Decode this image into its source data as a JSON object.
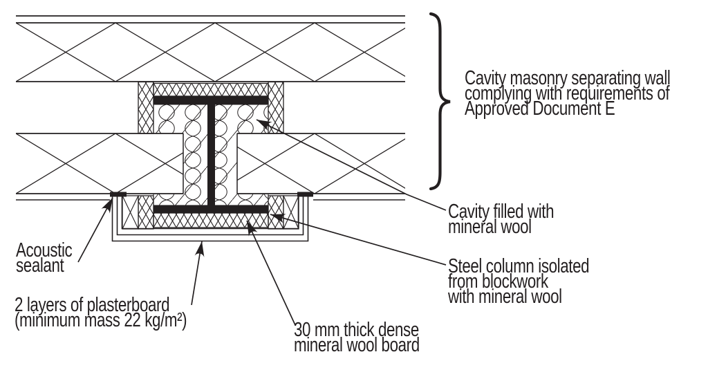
{
  "colors": {
    "ink": "#231f20",
    "background": "#ffffff"
  },
  "labels": {
    "wall": {
      "lines": [
        "Cavity masonry separating wall",
        "complying with requirements of",
        "Approved Document E"
      ]
    },
    "cavity_fill": {
      "lines": [
        "Cavity filled with",
        "mineral wool"
      ]
    },
    "steel": {
      "lines": [
        "Steel column isolated",
        "from blockwork",
        "with mineral wool"
      ]
    },
    "sealant": {
      "lines": [
        "Acoustic",
        "sealant"
      ]
    },
    "plasterboard": {
      "lines": [
        "2 layers of plasterboard",
        "(minimum mass 22 kg/m²)"
      ]
    },
    "board": {
      "lines": [
        "30 mm thick dense",
        "mineral wool board"
      ]
    }
  }
}
